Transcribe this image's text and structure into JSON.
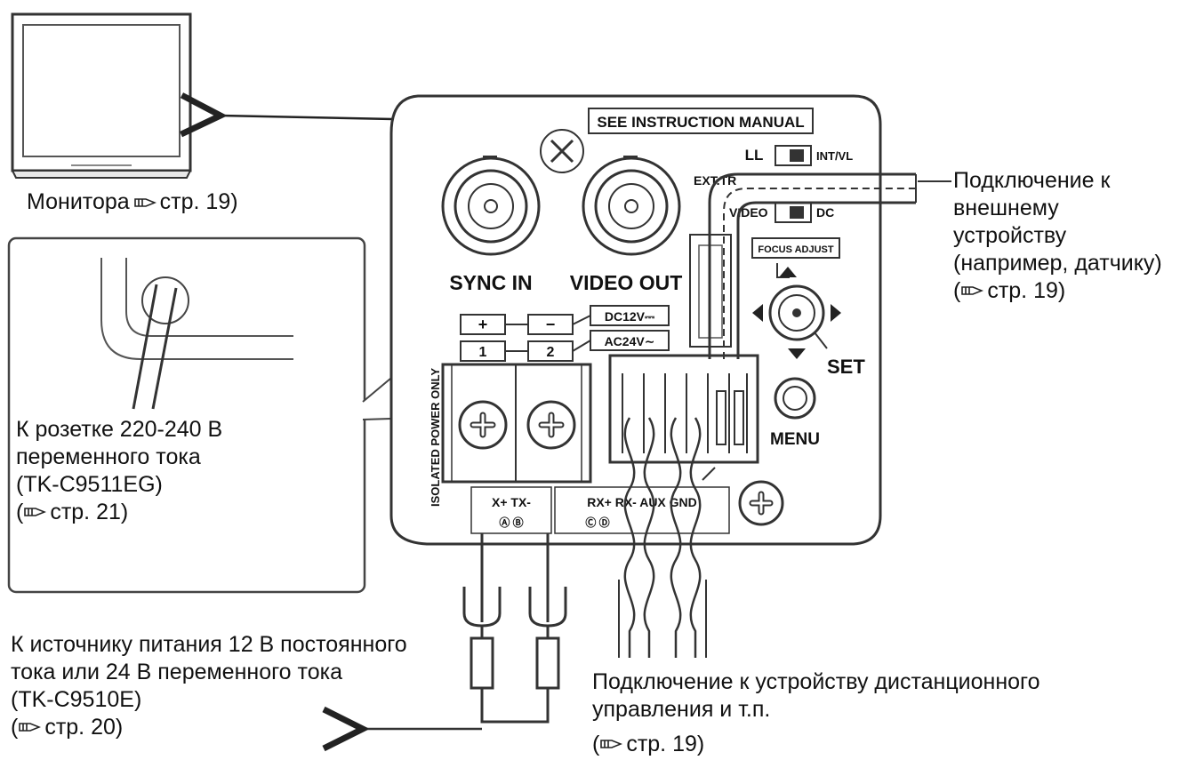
{
  "captions": {
    "monitor": {
      "text": "Монитора",
      "ref": "стр. 19"
    },
    "external": {
      "lines": [
        "Подключение к",
        "внешнему",
        "устройству",
        "(например, датчику)"
      ],
      "ref": "стр. 19"
    },
    "outlet": {
      "lines": [
        "К розетке 220-240 В",
        "переменного тока",
        "(TK-C9511EG)"
      ],
      "ref": "стр. 21"
    },
    "power": {
      "lines": [
        "К источнику питания 12 В постоянного",
        "тока или 24 В переменного тока",
        "(TK-C9510E)"
      ],
      "ref": "стр. 20"
    },
    "remote": {
      "lines": [
        "Подключение к устройству дистанционного",
        "управления и т.п."
      ],
      "ref": "стр. 19"
    }
  },
  "panel": {
    "manual_label": "SEE INSTRUCTION MANUAL",
    "sync_in": "SYNC IN",
    "video_out": "VIDEO OUT",
    "ll_label": "LL",
    "int_label": "INT/VL",
    "ext_label": "EXT.TR",
    "video_label": "VIDEO",
    "dc_label": "DC",
    "focus_label": "FOCUS ADJUST",
    "set_label": "SET",
    "menu_label": "MENU",
    "plus": "+",
    "minus": "−",
    "one": "1",
    "two": "2",
    "dc12": "DC12V⎓",
    "ac24": "AC24V∼",
    "isolated": "ISOLATED POWER ONLY",
    "bottom_terms": [
      "X+  TX-",
      "RX+  RX-  AUX  GND"
    ],
    "bottom_sub": [
      "Ⓐ   Ⓑ",
      "Ⓒ   Ⓓ"
    ]
  },
  "icons": [
    "monitor-icon",
    "reference-hand-icon",
    "bnc-connector-icon",
    "screw-icon"
  ]
}
